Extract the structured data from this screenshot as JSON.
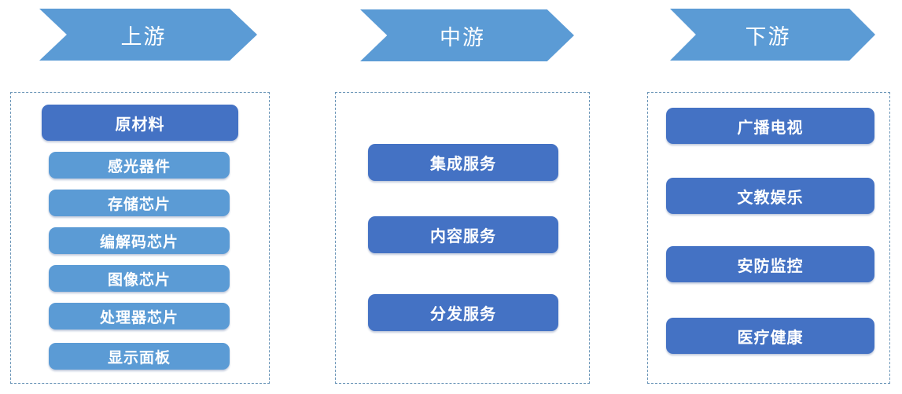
{
  "colors": {
    "arrow": "#5B9BD5",
    "dark": "#4472C4",
    "light": "#5B9BD5",
    "border": "#6C96B8"
  },
  "stages": [
    {
      "header": "上游",
      "items": [
        {
          "label": "原材料"
        },
        {
          "label": "感光器件"
        },
        {
          "label": "存储芯片"
        },
        {
          "label": "编解码芯片"
        },
        {
          "label": "图像芯片"
        },
        {
          "label": "处理器芯片"
        },
        {
          "label": "显示面板"
        }
      ]
    },
    {
      "header": "中游",
      "items": [
        {
          "label": "集成服务"
        },
        {
          "label": "内容服务"
        },
        {
          "label": "分发服务"
        }
      ]
    },
    {
      "header": "下游",
      "items": [
        {
          "label": "广播电视"
        },
        {
          "label": "文教娱乐"
        },
        {
          "label": "安防监控"
        },
        {
          "label": "医疗健康"
        }
      ]
    }
  ]
}
